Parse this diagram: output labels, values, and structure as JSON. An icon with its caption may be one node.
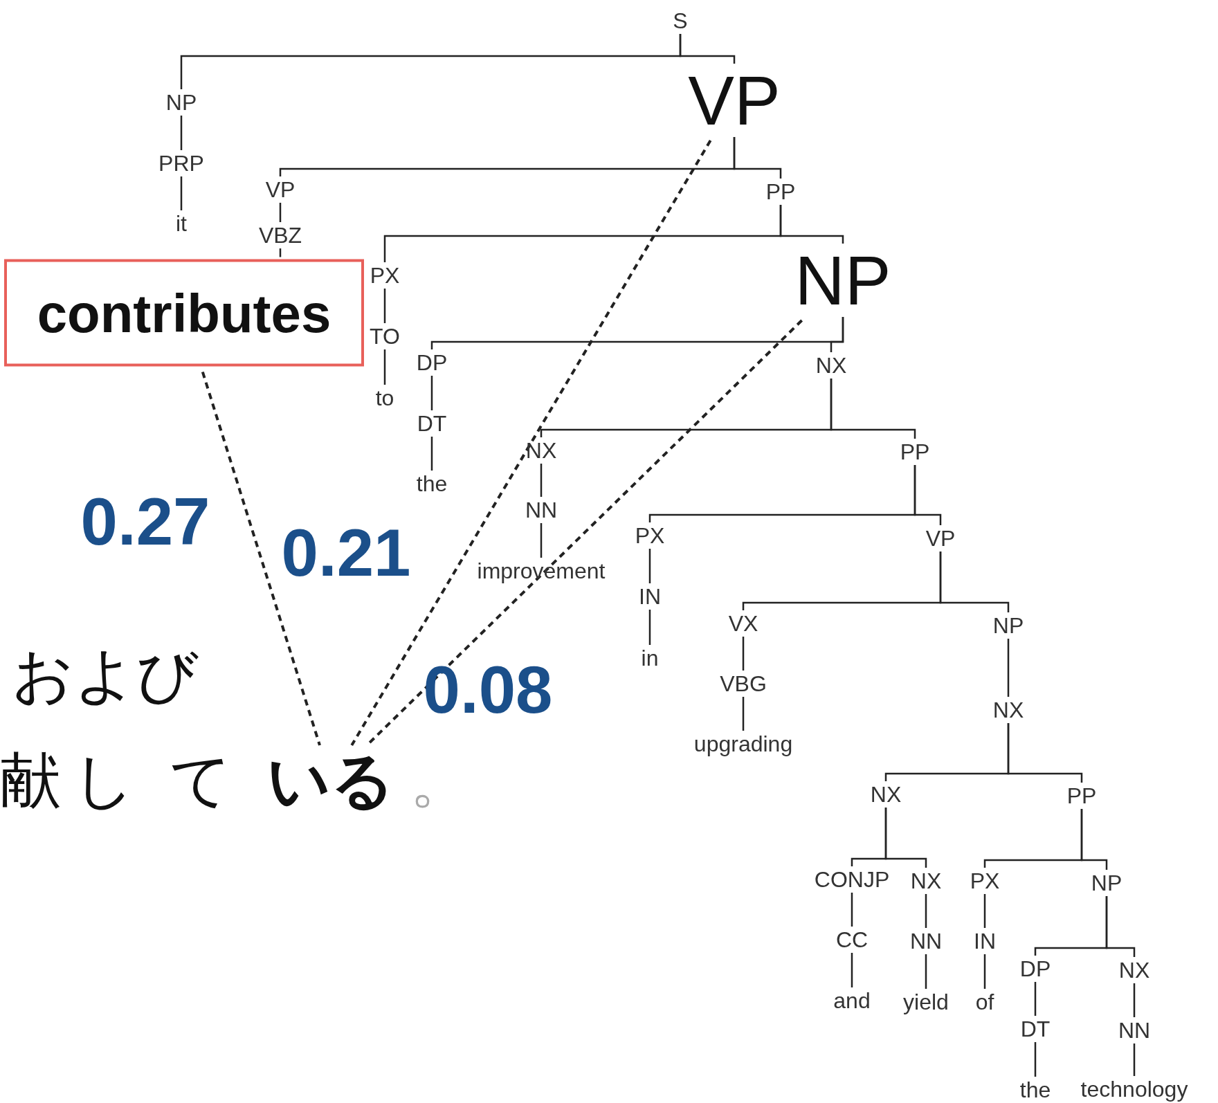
{
  "diagram": {
    "nodes": [
      {
        "text": [
          "S"
        ]
      },
      {
        "text": [
          "NP"
        ]
      },
      {
        "text": [
          "PRP"
        ]
      },
      {
        "text": [
          "it"
        ]
      },
      {
        "text": [
          "VP"
        ]
      },
      {
        "text": [
          "VP"
        ]
      },
      {
        "text": [
          "VBZ"
        ]
      },
      {
        "text": [
          "contributes"
        ]
      },
      {
        "text": [
          "PP"
        ]
      },
      {
        "text": [
          "PX"
        ]
      },
      {
        "text": [
          "TO"
        ]
      },
      {
        "text": [
          "to"
        ]
      },
      {
        "text": [
          "NP"
        ]
      },
      {
        "text": [
          "DP"
        ]
      },
      {
        "text": [
          "DT"
        ]
      },
      {
        "text": [
          "the"
        ]
      },
      {
        "text": [
          "NX"
        ]
      },
      {
        "text": [
          "NX"
        ]
      },
      {
        "text": [
          "NN"
        ]
      },
      {
        "text": [
          "improvement"
        ]
      },
      {
        "text": [
          "PP"
        ]
      },
      {
        "text": [
          "PX"
        ]
      },
      {
        "text": [
          "IN"
        ]
      },
      {
        "text": [
          "in"
        ]
      },
      {
        "text": [
          "VP"
        ]
      },
      {
        "text": [
          "VX"
        ]
      },
      {
        "text": [
          "VBG"
        ]
      },
      {
        "text": [
          "upgrading"
        ]
      },
      {
        "text": [
          "NP"
        ]
      },
      {
        "text": [
          "NX"
        ]
      },
      {
        "text": [
          "NX"
        ]
      },
      {
        "text": [
          "CONJP"
        ]
      },
      {
        "text": [
          "CC"
        ]
      },
      {
        "text": [
          "and"
        ]
      },
      {
        "text": [
          "NX"
        ]
      },
      {
        "text": [
          "NN"
        ]
      },
      {
        "text": [
          "yield"
        ]
      },
      {
        "text": [
          "PP"
        ]
      },
      {
        "text": [
          "PX"
        ]
      },
      {
        "text": [
          "IN"
        ]
      },
      {
        "text": [
          "of"
        ]
      },
      {
        "text": [
          "NP"
        ]
      },
      {
        "text": [
          "DP"
        ]
      },
      {
        "text": [
          "DT"
        ]
      },
      {
        "text": [
          "the"
        ]
      },
      {
        "text": [
          "NX"
        ]
      },
      {
        "text": [
          "NN"
        ]
      },
      {
        "text": [
          "technology"
        ]
      },
      {
        "text": [
          "いる"
        ]
      }
    ],
    "edges": [
      {
        "from": 0,
        "to": 1,
        "arrow": "none"
      },
      {
        "from": 0,
        "to": 4,
        "arrow": "none"
      },
      {
        "from": 1,
        "to": 2,
        "arrow": "none"
      },
      {
        "from": 2,
        "to": 3,
        "arrow": "none"
      },
      {
        "from": 4,
        "to": 5,
        "arrow": "none"
      },
      {
        "from": 4,
        "to": 8,
        "arrow": "none"
      },
      {
        "from": 5,
        "to": 6,
        "arrow": "none"
      },
      {
        "from": 6,
        "to": 7,
        "arrow": "none"
      },
      {
        "from": 8,
        "to": 9,
        "arrow": "none"
      },
      {
        "from": 8,
        "to": 12,
        "arrow": "none"
      },
      {
        "from": 9,
        "to": 10,
        "arrow": "none"
      },
      {
        "from": 10,
        "to": 11,
        "arrow": "none"
      },
      {
        "from": 12,
        "to": 13,
        "arrow": "none"
      },
      {
        "from": 12,
        "to": 16,
        "arrow": "none"
      },
      {
        "from": 13,
        "to": 14,
        "arrow": "none"
      },
      {
        "from": 14,
        "to": 15,
        "arrow": "none"
      },
      {
        "from": 16,
        "to": 17,
        "arrow": "none"
      },
      {
        "from": 16,
        "to": 20,
        "arrow": "none"
      },
      {
        "from": 17,
        "to": 18,
        "arrow": "none"
      },
      {
        "from": 18,
        "to": 19,
        "arrow": "none"
      },
      {
        "from": 20,
        "to": 21,
        "arrow": "none"
      },
      {
        "from": 20,
        "to": 24,
        "arrow": "none"
      },
      {
        "from": 21,
        "to": 22,
        "arrow": "none"
      },
      {
        "from": 22,
        "to": 23,
        "arrow": "none"
      },
      {
        "from": 24,
        "to": 25,
        "arrow": "none"
      },
      {
        "from": 24,
        "to": 28,
        "arrow": "none"
      },
      {
        "from": 25,
        "to": 26,
        "arrow": "none"
      },
      {
        "from": 26,
        "to": 27,
        "arrow": "none"
      },
      {
        "from": 28,
        "to": 29,
        "arrow": "none"
      },
      {
        "from": 29,
        "to": 30,
        "arrow": "none"
      },
      {
        "from": 29,
        "to": 37,
        "arrow": "none"
      },
      {
        "from": 30,
        "to": 31,
        "arrow": "none"
      },
      {
        "from": 30,
        "to": 34,
        "arrow": "none"
      },
      {
        "from": 31,
        "to": 32,
        "arrow": "none"
      },
      {
        "from": 32,
        "to": 33,
        "arrow": "none"
      },
      {
        "from": 34,
        "to": 35,
        "arrow": "none"
      },
      {
        "from": 35,
        "to": 36,
        "arrow": "none"
      },
      {
        "from": 37,
        "to": 38,
        "arrow": "none"
      },
      {
        "from": 37,
        "to": 41,
        "arrow": "none"
      },
      {
        "from": 38,
        "to": 39,
        "arrow": "none"
      },
      {
        "from": 39,
        "to": 40,
        "arrow": "none"
      },
      {
        "from": 41,
        "to": 42,
        "arrow": "none"
      },
      {
        "from": 41,
        "to": 45,
        "arrow": "none"
      },
      {
        "from": 42,
        "to": 43,
        "arrow": "none"
      },
      {
        "from": 43,
        "to": 44,
        "arrow": "none"
      },
      {
        "from": 45,
        "to": 46,
        "arrow": "none"
      },
      {
        "from": 46,
        "to": 47,
        "arrow": "none"
      },
      {
        "from": 7,
        "to": 48,
        "arrow": "none",
        "style": "dashed"
      },
      {
        "from": 4,
        "to": 48,
        "arrow": "none",
        "style": "dashed"
      },
      {
        "from": 12,
        "to": 48,
        "arrow": "none",
        "style": "dashed"
      }
    ],
    "labels": [
      "0.27",
      "0.21",
      "および",
      "0.08",
      "献",
      "し",
      "て",
      "。"
    ]
  }
}
